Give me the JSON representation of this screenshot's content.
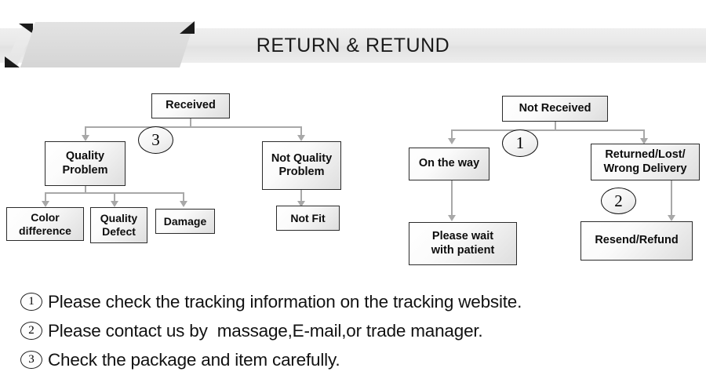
{
  "header": {
    "title": "RETURN & RETUND"
  },
  "flow_left": {
    "root": {
      "label": "Received"
    },
    "marker": {
      "value": "3"
    },
    "branches": [
      {
        "label": "Quality\nProblem"
      },
      {
        "label": "Not Quality\nProblem"
      }
    ],
    "quality_children": [
      {
        "label": "Color\ndifference"
      },
      {
        "label": "Quality\nDefect"
      },
      {
        "label": "Damage"
      }
    ],
    "not_quality_children": [
      {
        "label": "Not Fit"
      }
    ]
  },
  "flow_right": {
    "root": {
      "label": "Not  Received"
    },
    "marker_one": {
      "value": "1"
    },
    "marker_two": {
      "value": "2"
    },
    "branches": [
      {
        "label": "On the way"
      },
      {
        "label": "Returned/Lost/\nWrong Delivery"
      }
    ],
    "on_the_way_child": {
      "label": "Please wait\nwith patient"
    },
    "returned_child": {
      "label": "Resend/Refund"
    }
  },
  "notes": [
    {
      "num": "1",
      "text": "Please check the tracking information on the tracking website."
    },
    {
      "num": "2",
      "text": "Please contact us by  massage,E-mail,or trade manager."
    },
    {
      "num": "3",
      "text": "Check the package and item carefully."
    }
  ],
  "colors": {
    "connector": "#a8a8a8",
    "border": "#2b2b2b",
    "banner": "#e8e8e8",
    "text": "#0d0d0d"
  }
}
